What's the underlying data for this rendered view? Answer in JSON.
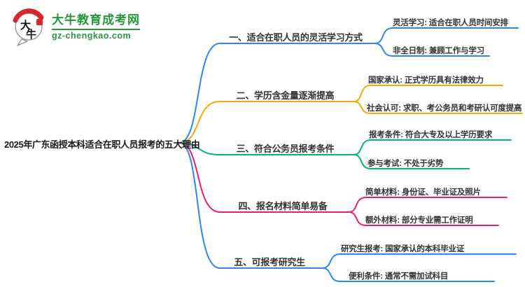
{
  "logo": {
    "mark_chars": "大牛",
    "site_name": "大牛教育成考网",
    "site_domain": "gz-chengkao.com"
  },
  "central": {
    "title": "2025年广东函授本科适合在职人员报考的五大理由"
  },
  "colors": {
    "blue": "#2d87f0",
    "orange": "#f7a80a",
    "green": "#00b96b",
    "pink": "#f21a70",
    "brand_green": "#27963c",
    "brand_red": "#d8272b"
  },
  "branches": [
    {
      "label": "一、适合在职人员的灵活学习方式",
      "color": "#2d87f0",
      "children": [
        {
          "label": "灵活学习: 适合在职人员时间安排"
        },
        {
          "label": "非全日制: 兼顾工作与学习"
        }
      ]
    },
    {
      "label": "二、学历含金量逐渐提高",
      "color": "#f7a80a",
      "children": [
        {
          "label": "国家承认: 正式学历具有法律效力"
        },
        {
          "label": "社会认可: 求职、考公务员和考研认可度提高"
        }
      ]
    },
    {
      "label": "三、符合公务员报考条件",
      "color": "#00b96b",
      "children": [
        {
          "label": "报考条件: 符合大专及以上学历要求"
        },
        {
          "label": "参与考试: 不处于劣势"
        }
      ]
    },
    {
      "label": "四、报名材料简单易备",
      "color": "#f21a70",
      "children": [
        {
          "label": "简单材料: 身份证、毕业证及照片"
        },
        {
          "label": "额外材料: 部分专业需工作证明"
        }
      ]
    },
    {
      "label": "五、可报考研究生",
      "color": "#2d87f0",
      "children": [
        {
          "label": "研究生报考: 国家承认的本科毕业证"
        },
        {
          "label": "便利条件: 通常不需加试科目"
        }
      ]
    }
  ]
}
